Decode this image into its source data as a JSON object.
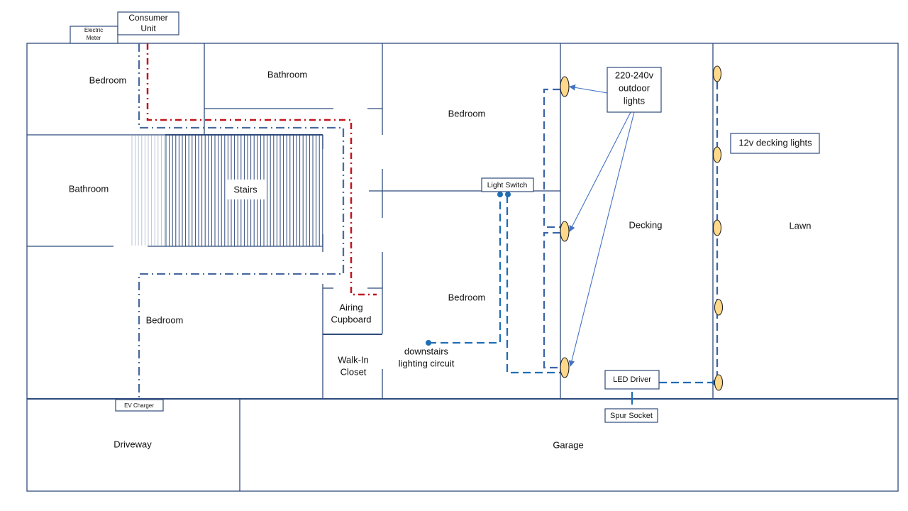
{
  "diagram": {
    "title": "Home electrical wiring floor plan",
    "rooms": {
      "bedroom_top_left": "Bedroom",
      "bathroom_top": "Bathroom",
      "bathroom_left": "Bathroom",
      "stairs": "Stairs",
      "bedroom_bottom_left": "Bedroom",
      "airing_cupboard": "Airing Cupboard",
      "walk_in_closet": "Walk-In Closet",
      "bedroom_top_right": "Bedroom",
      "bedroom_bottom_right": "Bedroom",
      "decking": "Decking",
      "lawn": "Lawn",
      "driveway": "Driveway",
      "garage": "Garage"
    },
    "equipment": {
      "electric_meter": "Electric Meter",
      "consumer_unit": "Consumer Unit",
      "ev_charger": "EV Charger",
      "light_switch": "Light Switch",
      "led_driver": "LED Driver",
      "spur_socket": "Spur Socket"
    },
    "annotations": {
      "outdoor_lights_line1": "220-240v",
      "outdoor_lights_line2": "outdoor",
      "outdoor_lights_line3": "lights",
      "decking_lights": "12v decking lights",
      "downstairs_line1": "downstairs",
      "downstairs_line2": "lighting circuit"
    },
    "lights": {
      "outdoor_220_240v_count": 3,
      "decking_12v_count": 5
    },
    "colors": {
      "wall": "#2f4b7c",
      "consumer_unit_circuit": "#c0161e",
      "ev_circuit": "#4a6a9f",
      "lighting_circuit": "#3b64a8",
      "light_fill": "#ffd98a"
    }
  }
}
